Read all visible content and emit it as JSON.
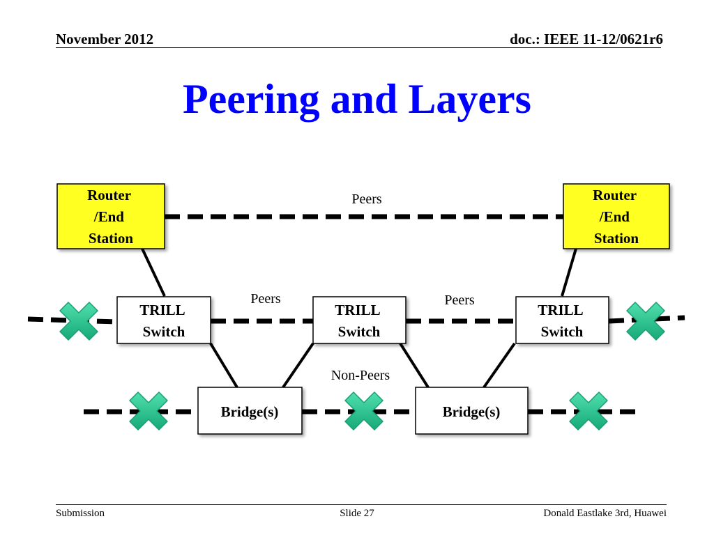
{
  "header": {
    "date": "November 2012",
    "doc": "doc.: IEEE 11-12/0621r6"
  },
  "title": "Peering and Layers",
  "diagram": {
    "router_left": [
      "Router",
      "/End",
      "Station"
    ],
    "router_right": [
      "Router",
      "/End",
      "Station"
    ],
    "trill_switches": [
      [
        "TRILL",
        "Switch"
      ],
      [
        "TRILL",
        "Switch"
      ],
      [
        "TRILL",
        "Switch"
      ]
    ],
    "bridges": [
      "Bridge(s)",
      "Bridge(s)"
    ],
    "labels": {
      "peers_top": "Peers",
      "peers_left": "Peers",
      "peers_right": "Peers",
      "non_peers": "Non-Peers"
    },
    "colors": {
      "router_fill": "#ffff22",
      "box_fill": "#ffffff",
      "cross_fill": "#2ec592",
      "cross_dark": "#1a9e74",
      "line": "#000000"
    }
  },
  "footer": {
    "left": "Submission",
    "center": "Slide 27",
    "right": "Donald Eastlake 3rd, Huawei"
  }
}
